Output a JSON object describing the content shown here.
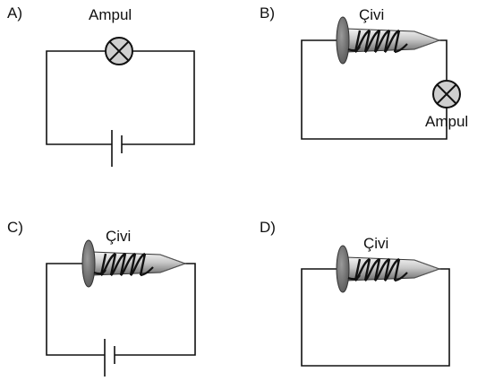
{
  "panels": [
    {
      "letter": "A)",
      "components": [
        "lamp",
        "battery"
      ],
      "lamp_label": "Ampul"
    },
    {
      "letter": "B)",
      "components": [
        "nail-coil",
        "lamp"
      ],
      "nail_label": "Çivi",
      "lamp_label": "Ampul"
    },
    {
      "letter": "C)",
      "components": [
        "nail-coil",
        "battery"
      ],
      "nail_label": "Çivi"
    },
    {
      "letter": "D)",
      "components": [
        "nail-coil"
      ],
      "nail_label": "Çivi"
    }
  ],
  "colors": {
    "wire": "#111111",
    "lamp_fill": "#cfcfcf",
    "nail_head": "#7a7a7a",
    "nail_body": "#c8c8c8"
  }
}
